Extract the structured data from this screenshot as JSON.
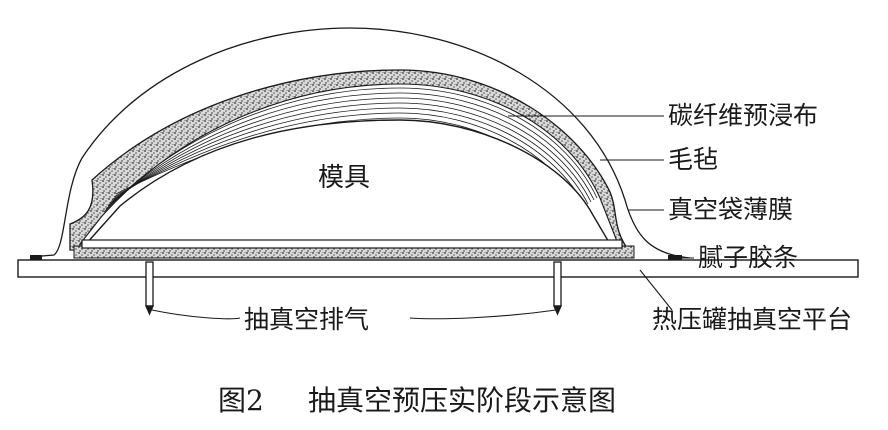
{
  "labels": {
    "prepreg": "碳纤维预浸布",
    "felt": "毛毡",
    "bag_film": "真空袋薄膜",
    "sealant": "腻子胶条",
    "platform": "热压罐抽真空平台",
    "mold": "模具",
    "vacuum": "抽真空排气"
  },
  "caption": {
    "number": "图2",
    "text": "抽真空预压实阶段示意图"
  },
  "colors": {
    "line": "#1a1a1a",
    "felt_fill": "#8a8a8a"
  }
}
